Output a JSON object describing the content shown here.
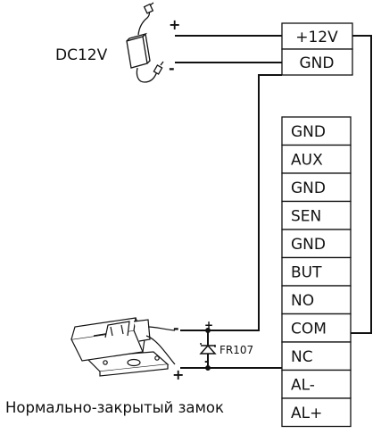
{
  "power_supply": {
    "label": "DC12V",
    "plus_sign": "+",
    "minus_sign": "-"
  },
  "power_terminals": [
    "+12V",
    "GND"
  ],
  "controller_terminals": [
    "GND",
    "AUX",
    "GND",
    "SEN",
    "GND",
    "BUT",
    "NO",
    "COM",
    "NC",
    "AL-",
    "AL+"
  ],
  "lock": {
    "label": "Нормально-закрытый замок",
    "plus_sign": "+",
    "minus_sign": "-",
    "top_sign": "-",
    "bottom_sign": "+"
  },
  "diode": {
    "label": "FR107",
    "top_sign": "+",
    "bottom_sign": "-"
  },
  "icons": [
    "power-adapter-icon",
    "lock-icon",
    "diode-icon"
  ],
  "colors": {
    "line": "#111111",
    "background": "#ffffff"
  }
}
